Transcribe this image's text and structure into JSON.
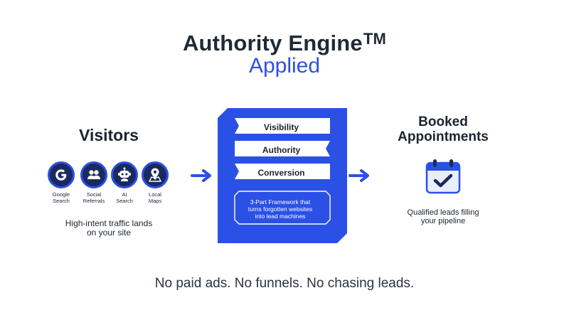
{
  "header": {
    "title": "Authority Engine",
    "trademark": "TM",
    "subtitle": "Applied"
  },
  "colors": {
    "accent": "#2b50e6",
    "navy": "#1b2a5e",
    "text": "#1c2430"
  },
  "left": {
    "title": "Visitors",
    "sources": [
      {
        "icon": "google-icon",
        "line1": "Google",
        "line2": "Search"
      },
      {
        "icon": "people-icon",
        "line1": "Social",
        "line2": "Referrals"
      },
      {
        "icon": "robot-icon",
        "line1": "AI",
        "line2": "Search"
      },
      {
        "icon": "map-pin-icon",
        "line1": "Local",
        "line2": "Maps"
      }
    ],
    "caption_line1": "High-intent traffic lands",
    "caption_line2": "on your site"
  },
  "center": {
    "tiers": [
      "Visibility",
      "Authority",
      "Conversion"
    ],
    "framework_line1": "3-Part Framework that",
    "framework_line2": "turns forgotten websites",
    "framework_line3": "into lead machines"
  },
  "right": {
    "title_line1": "Booked",
    "title_line2": "Appointments",
    "icon": "calendar-check-icon",
    "caption_line1": "Qualified leads filling",
    "caption_line2": "your pipeline"
  },
  "footer": {
    "tagline": "No paid ads. No funnels. No chasing leads."
  }
}
